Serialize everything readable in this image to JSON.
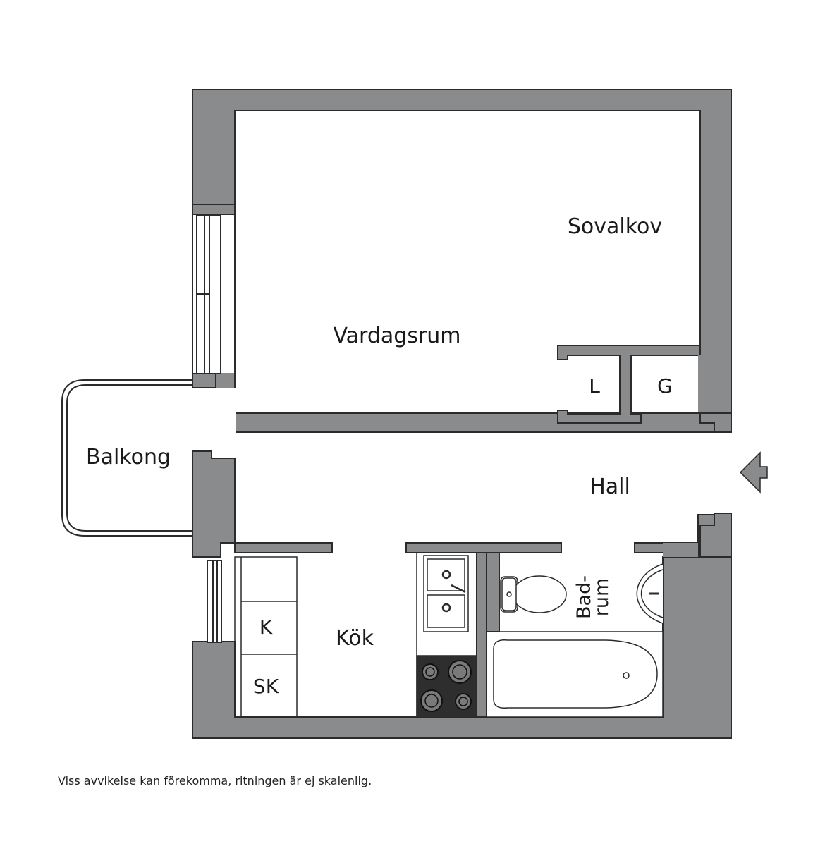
{
  "rooms": {
    "sovalkov": "Sovalkov",
    "vardagsrum": "Vardagsrum",
    "closet_l": "L",
    "closet_g": "G",
    "balkong": "Balkong",
    "hall": "Hall",
    "badrum_line1": "Bad-",
    "badrum_line2": "rum",
    "kok": "Kök",
    "kitchen_k": "K",
    "kitchen_sk": "SK"
  },
  "footnote": "Viss avvikelse kan förekomma, ritningen är ej skalenlig.",
  "colors": {
    "wall": "#8a8b8d",
    "line": "#2b2b2b",
    "stove": "#2e2e2e",
    "background": "#ffffff"
  },
  "icons": {
    "entrance": "entrance-arrow-icon"
  }
}
